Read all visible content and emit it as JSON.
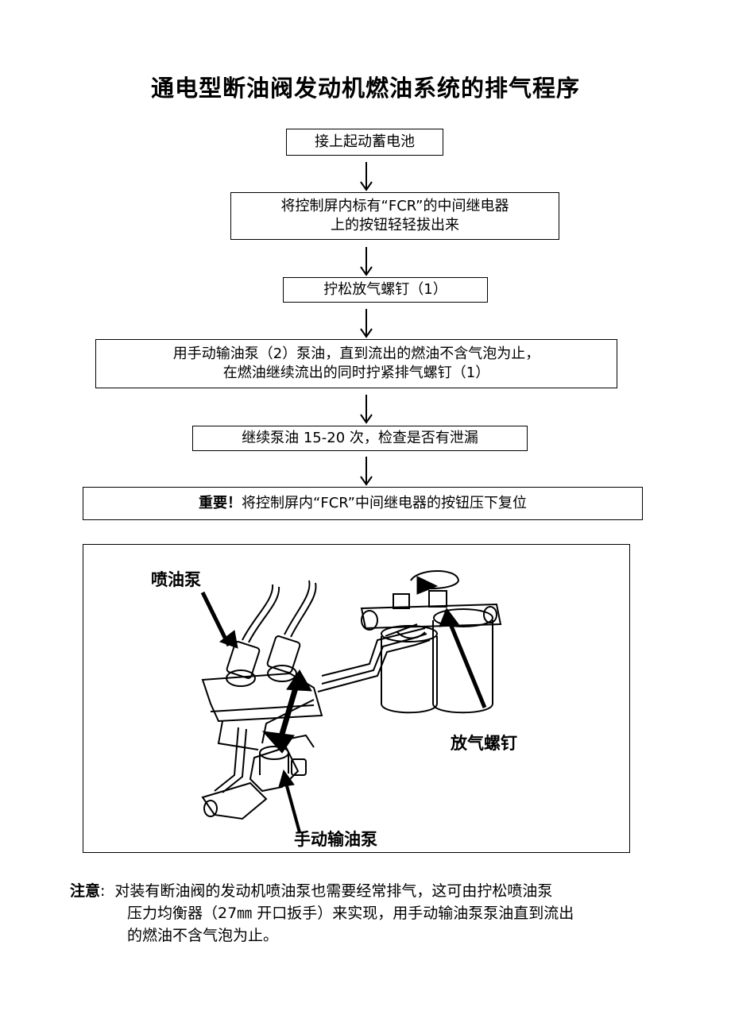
{
  "title": "通电型断油阀发动机燃油系统的排气程序",
  "steps": {
    "s1": "接上起动蓄电池",
    "s2_line1": "将控制屏内标有“FCR”的中间继电器",
    "s2_line2": "上的按钮轻轻拔出来",
    "s3": "拧松放气螺钉（1）",
    "s4_line1": "用手动输油泵（2）泵油，直到流出的燃油不含气泡为止，",
    "s4_line2": "在燃油继续流出的同时拧紧排气螺钉（1）",
    "s5": "继续泵油 15-20 次，检查是否有泄漏",
    "s6_bold": "重要！",
    "s6_rest": "将控制屏内“FCR”中间继电器的按钮压下复位"
  },
  "figure": {
    "label_pump": "喷油泵",
    "label_bleed_screw": "放气螺钉",
    "label_hand_pump": "手动输油泵"
  },
  "note": {
    "head": "注意",
    "colon": ":",
    "line1": "对装有断油阀的发动机喷油泵也需要经常排气，这可由拧松喷油泵",
    "line2": "压力均衡器（27㎜ 开口扳手）来实现，用手动输油泵泵油直到流出",
    "line3": "的燃油不含气泡为止。"
  }
}
